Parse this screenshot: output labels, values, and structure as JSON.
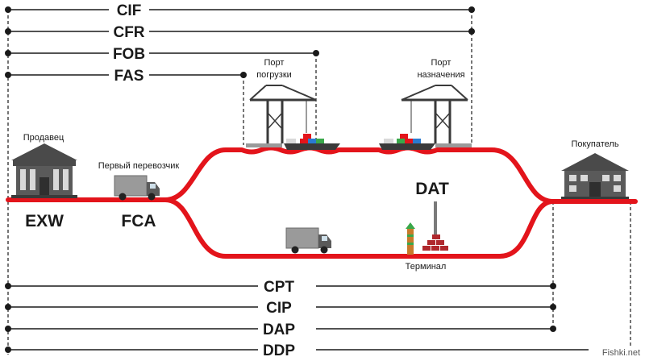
{
  "terms_top": [
    {
      "id": "cif",
      "label": "CIF"
    },
    {
      "id": "cfr",
      "label": "CFR"
    },
    {
      "id": "fob",
      "label": "FOB"
    },
    {
      "id": "fas",
      "label": "FAS"
    }
  ],
  "terms_bottom": [
    {
      "id": "cpt",
      "label": "CPT"
    },
    {
      "id": "cip",
      "label": "CIP"
    },
    {
      "id": "dap",
      "label": "DAP"
    },
    {
      "id": "ddp",
      "label": "DDP"
    }
  ],
  "places": {
    "seller": "Продавец",
    "first_carrier": "Первый перевозчик",
    "port_loading_line1": "Порт",
    "port_loading_line2": "погрузки",
    "port_dest_line1": "Порт",
    "port_dest_line2": "назначения",
    "buyer": "Покупатель",
    "terminal": "Терминал"
  },
  "terms_on_route": {
    "exw": "EXW",
    "fca": "FCA",
    "dat": "DAT"
  },
  "watermark": "Fishki.net",
  "colors": {
    "route": "#e3141b",
    "line": "#1a1a1a",
    "truck_body": "#9a9a9a",
    "building": "#4a4a4a"
  }
}
